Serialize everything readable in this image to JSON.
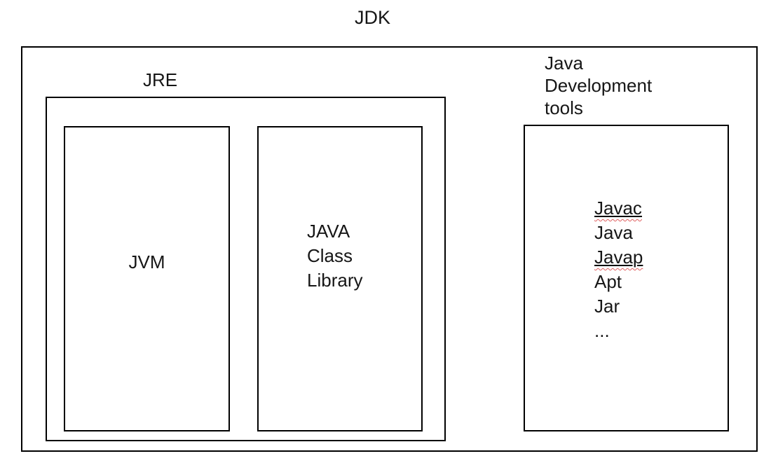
{
  "title": "JDK",
  "colors": {
    "line": "#000000",
    "text": "#161616",
    "spellcheck_wave": "#e06060",
    "background": "#ffffff"
  },
  "jre": {
    "label": "JRE",
    "jvm": {
      "label": "JVM"
    },
    "class_library": {
      "lines": [
        "JAVA",
        "Class",
        "Library"
      ]
    }
  },
  "dev_tools": {
    "label_lines": [
      "Java",
      "Development",
      "tools"
    ],
    "tools": [
      {
        "name": "Javac",
        "underlined": true,
        "spellcheck_marked": true
      },
      {
        "name": "Java",
        "underlined": false,
        "spellcheck_marked": false
      },
      {
        "name": "Javap",
        "underlined": true,
        "spellcheck_marked": true
      },
      {
        "name": "Apt",
        "underlined": false,
        "spellcheck_marked": false
      },
      {
        "name": "Jar",
        "underlined": false,
        "spellcheck_marked": false
      },
      {
        "name": "...",
        "underlined": false,
        "spellcheck_marked": false
      }
    ]
  }
}
